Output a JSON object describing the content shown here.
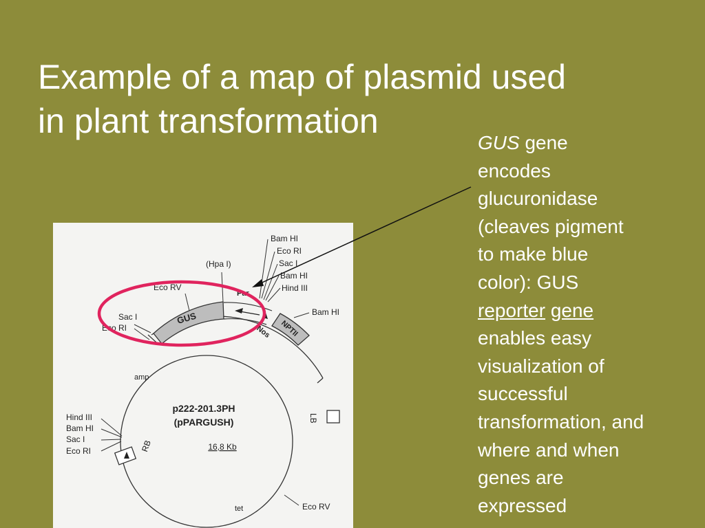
{
  "slide": {
    "title_line1": "Example of a map of plasmid used",
    "title_line2": "in plant transformation",
    "note_gus_italic": "GUS",
    "note_gene_suffix": " gene",
    "note_line2": "encodes",
    "note_line3": "glucuronidase",
    "note_line4": "(cleaves pigment",
    "note_line5": "to make blue",
    "note_line6": "color): GUS",
    "note_reporter": "reporter",
    "note_gene_link": "gene",
    "note_line8": "enables easy",
    "note_line9": "visualization of",
    "note_line10": "successful",
    "note_line11": "transformation, and",
    "note_line12": "where and when",
    "note_line13": "genes are",
    "note_line14": "expressed"
  },
  "plasmid_map": {
    "name": "p222-201.3PH",
    "alias": "(pPARGUSH)",
    "size": "16,8 Kb",
    "features": {
      "gus": "GUS",
      "par": "Par",
      "nos": "Nos",
      "nptii": "NPTII",
      "amp": "amp",
      "lb": "LB",
      "rb": "RB",
      "tet": "tet"
    },
    "sites": {
      "hpa": "(Hpa I)",
      "ecorv_top": "Eco RV",
      "saci_left": "Sac I",
      "ecori_left": "Eco RI",
      "top1": "Bam HI",
      "top2": "Eco RI",
      "top3": "Sac I",
      "top4": "Bam HI",
      "top5": "Hind III",
      "bamhi_right": "Bam HI",
      "left1": "Hind III",
      "left2": "Bam HI",
      "left3": "Sac I",
      "left4": "Eco RI",
      "ecorv_bottom": "Eco RV"
    }
  },
  "colors": {
    "background": "#8d8c3a",
    "highlight_ellipse": "#e0245e",
    "text": "#ffffff"
  }
}
